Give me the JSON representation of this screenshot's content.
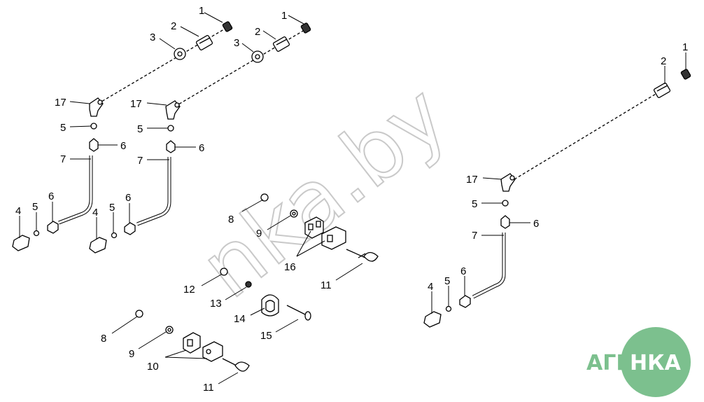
{
  "watermark": "nka.by",
  "logo": {
    "left": "АГРО",
    "right": "НКА",
    "color": "#7cc08e"
  },
  "callouts": {
    "a1": "1",
    "a2": "2",
    "a3": "3",
    "a17": "17",
    "a5": "5",
    "a6": "6",
    "a7": "7",
    "a4": "4",
    "a5b": "5",
    "a6b": "6",
    "b1": "1",
    "b2": "2",
    "b3": "3",
    "b17": "17",
    "b5": "5",
    "b6": "6",
    "b7": "7",
    "b4": "4",
    "b5b": "5",
    "b6b": "6",
    "c1": "1",
    "c2": "2",
    "c17": "17",
    "c5": "5",
    "c6": "6",
    "c7": "7",
    "c4": "4",
    "c5b": "5",
    "c6b": "6",
    "m8": "8",
    "m9": "9",
    "m16": "16",
    "m11": "11",
    "m12": "12",
    "m13": "13",
    "m14": "14",
    "m15": "15",
    "l8": "8",
    "l9": "9",
    "l10": "10",
    "l11": "11"
  }
}
